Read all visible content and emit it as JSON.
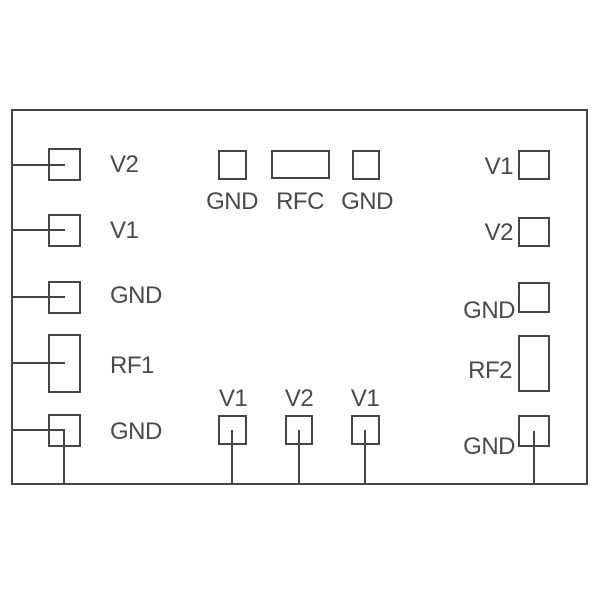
{
  "colors": {
    "stroke": "#454545",
    "label": "#4a4a4a",
    "background": "#ffffff"
  },
  "pads": {
    "left": [
      "V2",
      "V1",
      "GND",
      "RF1",
      "GND"
    ],
    "top": [
      "GND",
      "RFC",
      "GND"
    ],
    "bottom": [
      "V1",
      "V2",
      "V1"
    ],
    "right": [
      "V1",
      "V2",
      "GND",
      "RF2",
      "GND"
    ]
  }
}
